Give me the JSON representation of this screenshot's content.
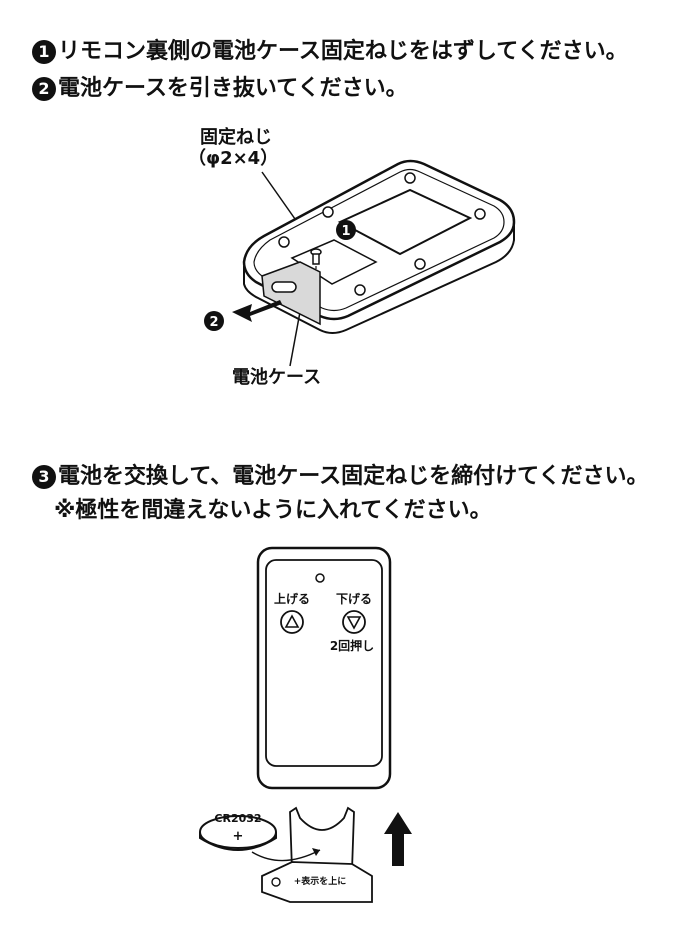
{
  "steps": [
    {
      "num": "1",
      "text": "リモコン裏側の電池ケース固定ねじをはずしてください。"
    },
    {
      "num": "2",
      "text": "電池ケースを引き抜いてください。"
    },
    {
      "num": "3",
      "text": "電池を交換して、電池ケース固定ねじを締付けてください。"
    }
  ],
  "note": "※極性を間違えないように入れてください。",
  "figure1": {
    "screw_label": "固定ねじ",
    "screw_size": "（φ2×4）",
    "case_label": "電池ケース",
    "marker1": "1",
    "marker2": "2"
  },
  "figure2": {
    "up_label": "上げる",
    "down_label": "下げる",
    "double_press": "2回押し",
    "battery_type": "CR2032",
    "battery_plus": "+",
    "holder_text": "+表示を上に"
  }
}
